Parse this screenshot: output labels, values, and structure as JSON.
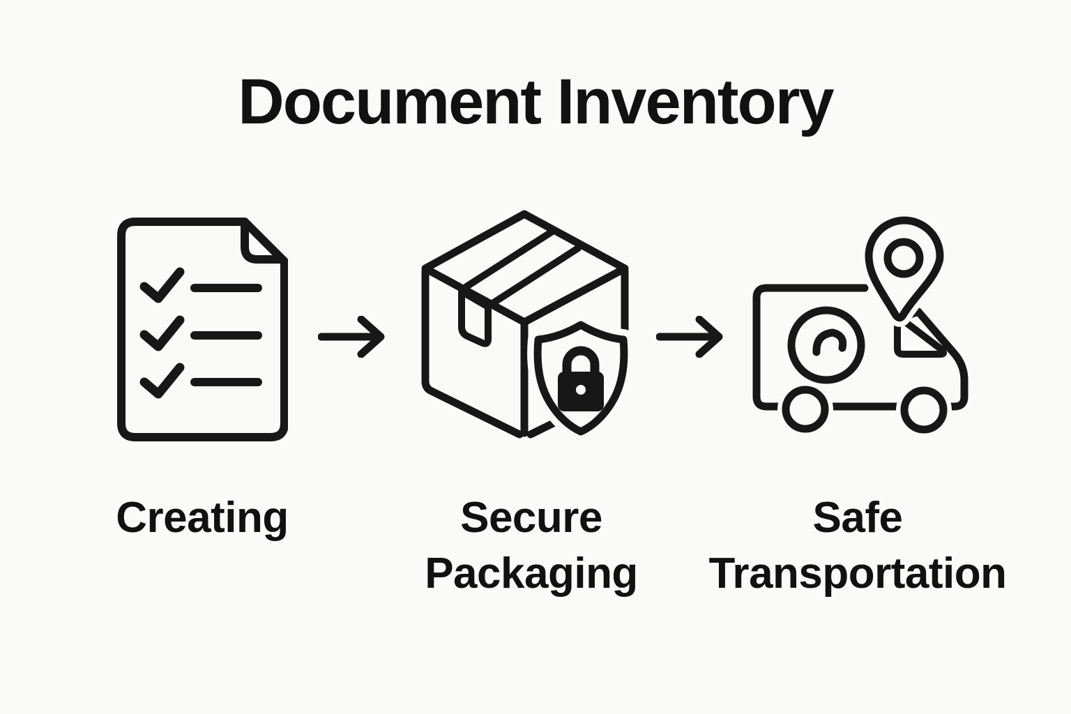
{
  "title": "Document Inventory",
  "steps": [
    {
      "id": "creating",
      "label": "Creating",
      "icon": "document-checklist-icon"
    },
    {
      "id": "secure-packaging",
      "label": "Secure Packaging",
      "icon": "package-box-shield-lock-icon"
    },
    {
      "id": "safe-transportation",
      "label": "Safe Transportation",
      "icon": "delivery-truck-location-pin-icon"
    }
  ],
  "connectors": [
    {
      "icon": "right-arrow-icon"
    },
    {
      "icon": "right-arrow-icon"
    }
  ],
  "colors": {
    "background": "#fafaf8",
    "line": "#171717",
    "text": "#111111"
  }
}
